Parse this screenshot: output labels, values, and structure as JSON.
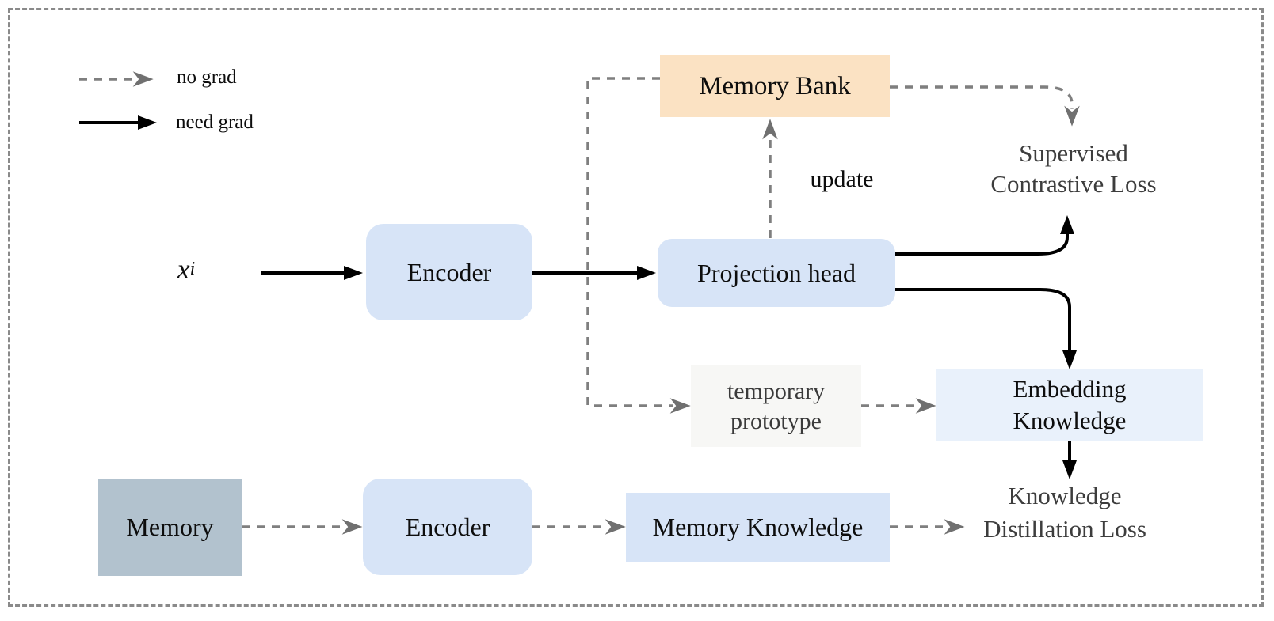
{
  "legend": {
    "items": [
      {
        "label": "no grad",
        "style": "dashed",
        "color": "#808080"
      },
      {
        "label": "need grad",
        "style": "solid",
        "color": "#000000"
      }
    ]
  },
  "nodes": {
    "input": {
      "label": "x",
      "subscript": "i"
    },
    "encoder_top": {
      "label": "Encoder",
      "fill": "#D7E4F7"
    },
    "projection_head": {
      "label": "Projection head",
      "fill": "#D7E4F7"
    },
    "memory_bank": {
      "label": "Memory Bank",
      "fill": "#FBE2C3"
    },
    "temporary_prototype": {
      "label": "temporary\nprototype",
      "fill": "#F7F7F5"
    },
    "embedding_knowledge": {
      "label": "Embedding\nKnowledge",
      "fill": "#E9F1FB"
    },
    "memory": {
      "label": "Memory",
      "fill": "#B2C2CE"
    },
    "encoder_bottom": {
      "label": "Encoder",
      "fill": "#D7E4F7"
    },
    "memory_knowledge": {
      "label": "Memory Knowledge",
      "fill": "#D7E4F7"
    },
    "supervised_contrastive_loss": {
      "label": "Supervised\nContrastive Loss"
    },
    "knowledge_distillation_loss": {
      "label": "Knowledge\nDistillation Loss"
    }
  },
  "annotations": {
    "update_label": "update"
  },
  "colors": {
    "solid_arrow": "#000000",
    "dashed_arrow": "#7f7f7f",
    "frame_border": "#8a8a8a"
  }
}
